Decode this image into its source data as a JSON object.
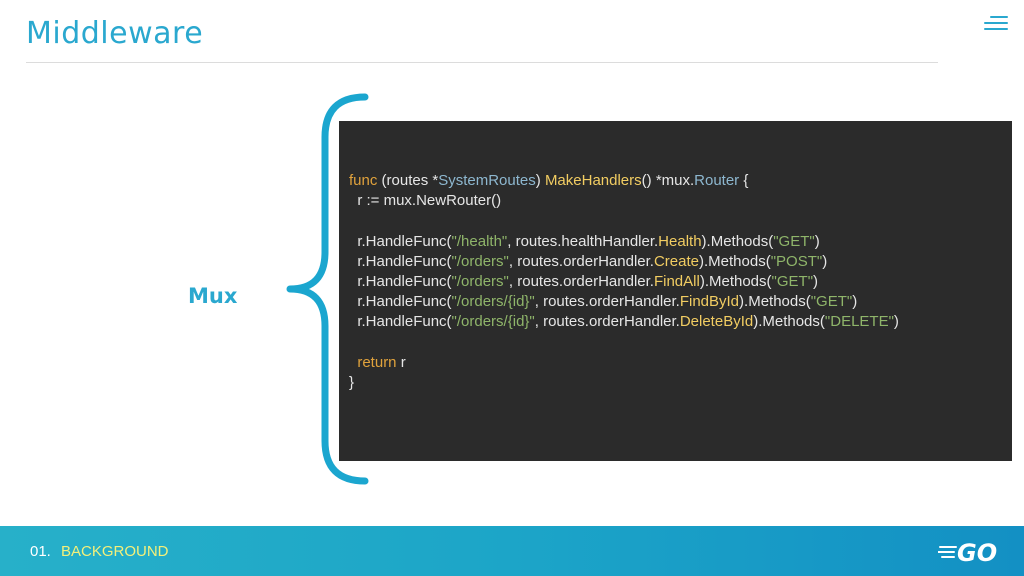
{
  "slide": {
    "title": "Middleware",
    "label": "Mux"
  },
  "footer": {
    "number": "01.",
    "section": "BACKGROUND",
    "logo": "GO"
  },
  "code": {
    "lines": [
      [
        {
          "t": "func",
          "c": "kw"
        },
        {
          "t": " (routes *"
        },
        {
          "t": "SystemRoutes",
          "c": "typ"
        },
        {
          "t": ") "
        },
        {
          "t": "MakeHandlers",
          "c": "fn"
        },
        {
          "t": "() *mux."
        },
        {
          "t": "Router",
          "c": "typ"
        },
        {
          "t": " {"
        }
      ],
      [
        {
          "t": "  r := mux.NewRouter()"
        }
      ],
      [
        {
          "t": ""
        }
      ],
      [
        {
          "t": "  r.HandleFunc("
        },
        {
          "t": "\"/health\"",
          "c": "str"
        },
        {
          "t": ", routes.healthHandler."
        },
        {
          "t": "Health",
          "c": "fn"
        },
        {
          "t": ").Methods("
        },
        {
          "t": "\"GET\"",
          "c": "str"
        },
        {
          "t": ")"
        }
      ],
      [
        {
          "t": "  r.HandleFunc("
        },
        {
          "t": "\"/orders\"",
          "c": "str"
        },
        {
          "t": ", routes.orderHandler."
        },
        {
          "t": "Create",
          "c": "fn"
        },
        {
          "t": ").Methods("
        },
        {
          "t": "\"POST\"",
          "c": "str"
        },
        {
          "t": ")"
        }
      ],
      [
        {
          "t": "  r.HandleFunc("
        },
        {
          "t": "\"/orders\"",
          "c": "str"
        },
        {
          "t": ", routes.orderHandler."
        },
        {
          "t": "FindAll",
          "c": "fn"
        },
        {
          "t": ").Methods("
        },
        {
          "t": "\"GET\"",
          "c": "str"
        },
        {
          "t": ")"
        }
      ],
      [
        {
          "t": "  r.HandleFunc("
        },
        {
          "t": "\"/orders/{id}\"",
          "c": "str"
        },
        {
          "t": ", routes.orderHandler."
        },
        {
          "t": "FindById",
          "c": "fn"
        },
        {
          "t": ").Methods("
        },
        {
          "t": "\"GET\"",
          "c": "str"
        },
        {
          "t": ")"
        }
      ],
      [
        {
          "t": "  r.HandleFunc("
        },
        {
          "t": "\"/orders/{id}\"",
          "c": "str"
        },
        {
          "t": ", routes.orderHandler."
        },
        {
          "t": "DeleteById",
          "c": "fn"
        },
        {
          "t": ").Methods("
        },
        {
          "t": "\"DELETE\"",
          "c": "str"
        },
        {
          "t": ")"
        }
      ],
      [
        {
          "t": ""
        }
      ],
      [
        {
          "t": "  "
        },
        {
          "t": "return",
          "c": "kw"
        },
        {
          "t": " r"
        }
      ],
      [
        {
          "t": "}"
        }
      ]
    ]
  },
  "colors": {
    "accent": "#2aa8cf",
    "code_background": "#2b2b2b",
    "keyword": "#e0a23c",
    "type": "#8db7cf",
    "function": "#f2cd62",
    "string": "#8fb56a",
    "footer_section": "#f4f07a"
  },
  "icons": {
    "menu": "menu-icon",
    "brace": "curly-brace-icon",
    "logo": "go-logo-icon"
  }
}
